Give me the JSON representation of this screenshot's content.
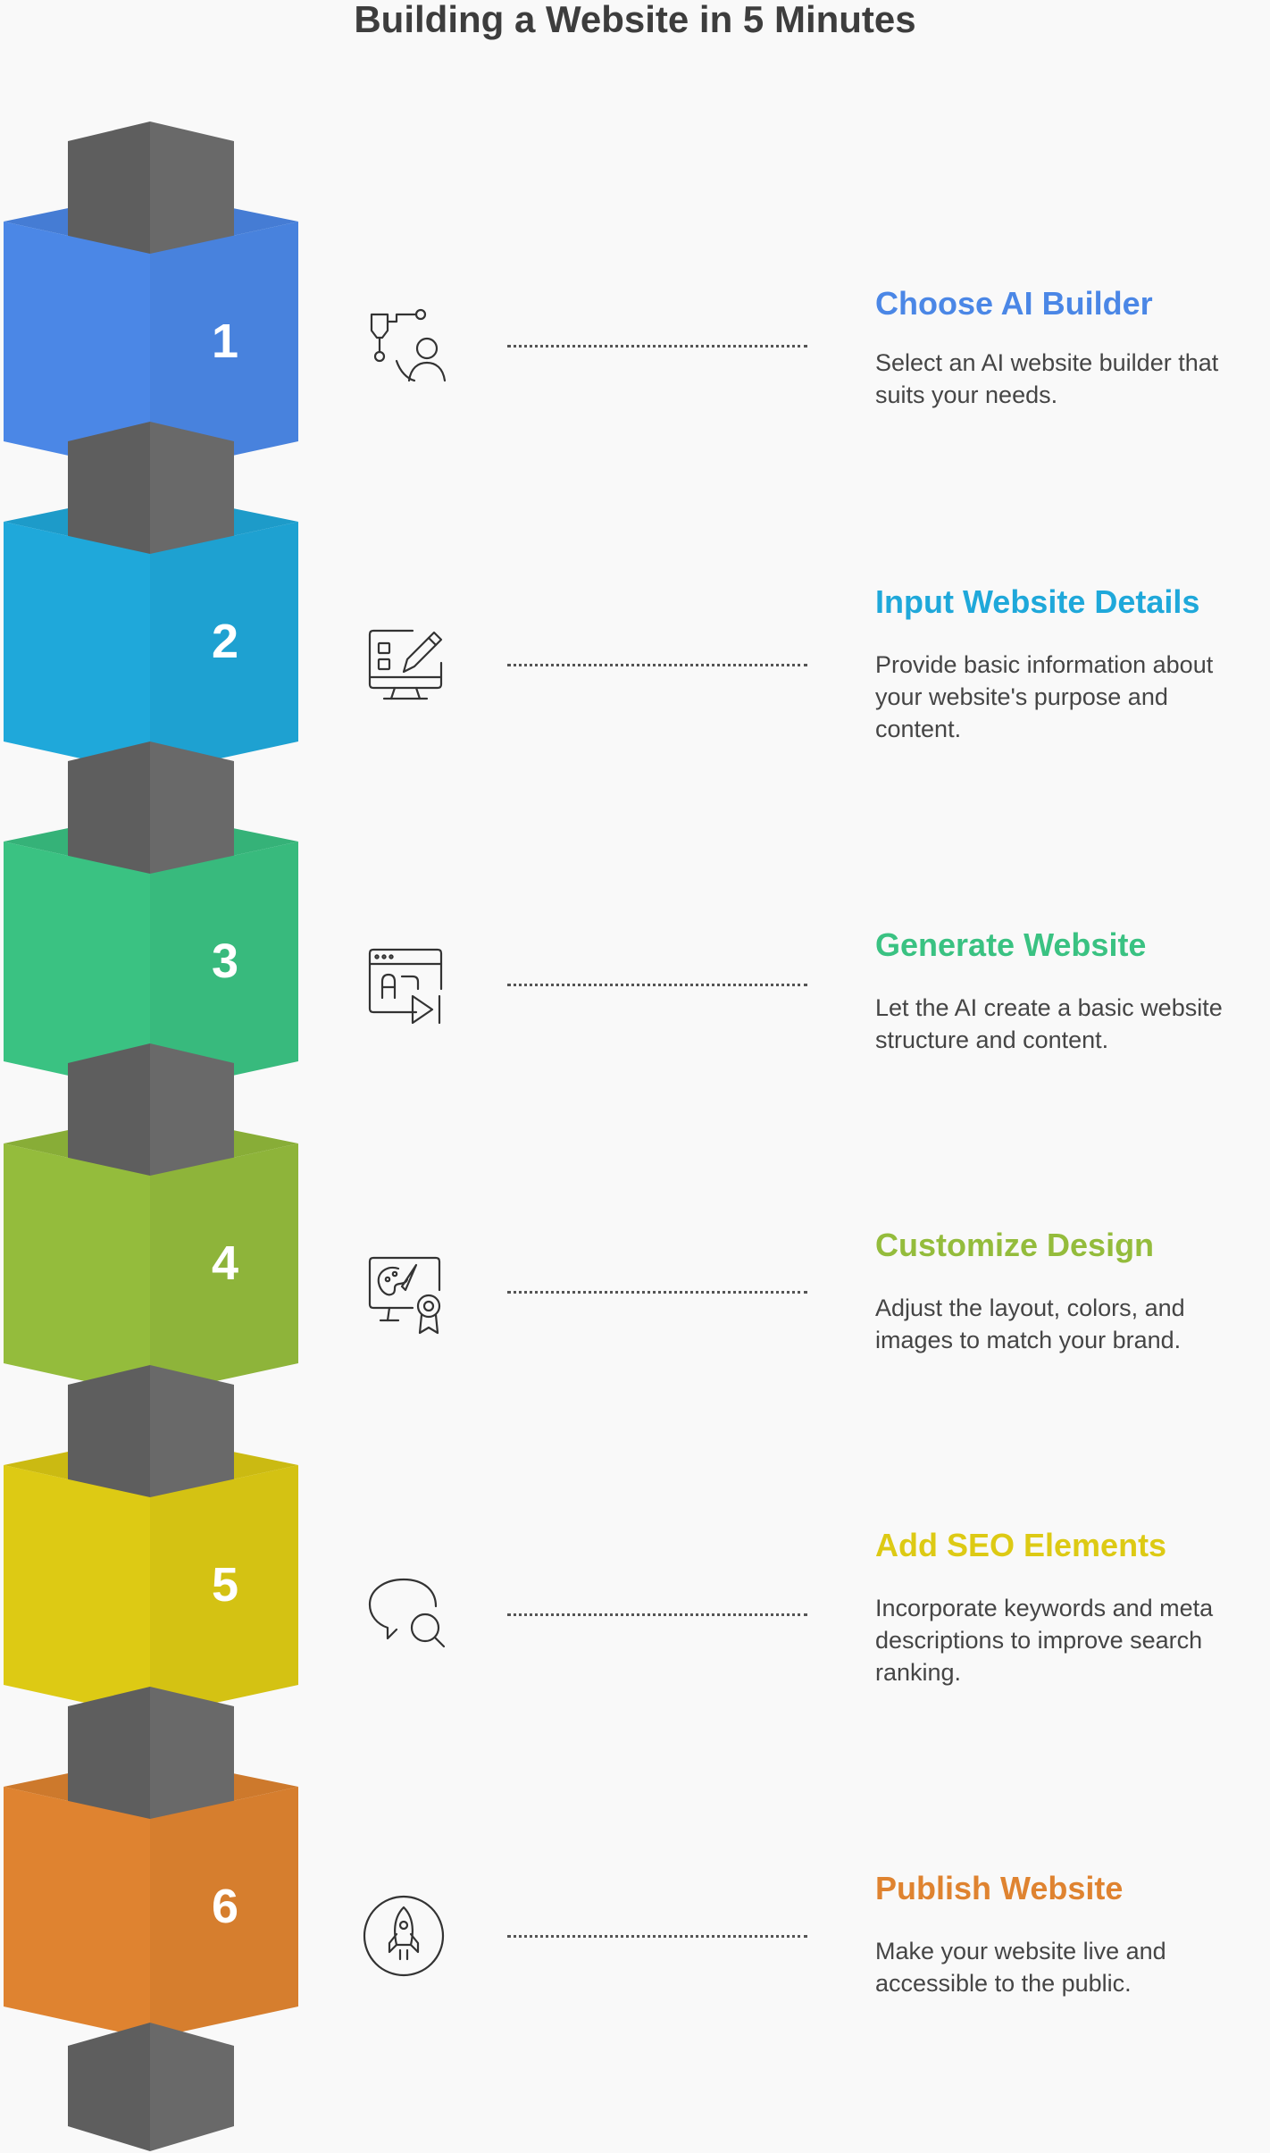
{
  "title": "Building a Website in 5 Minutes",
  "colors": {
    "pillar": "#5e5e5e",
    "number_text": "#ffffff"
  },
  "steps": [
    {
      "number": "1",
      "title": "Choose AI Builder",
      "description": "Select an AI website builder that suits your needs.",
      "color": "#4b87e6",
      "icon": "ai-builder-icon"
    },
    {
      "number": "2",
      "title": "Input Website Details",
      "description": "Provide basic information about your website's purpose and content.",
      "color": "#1fa8da",
      "icon": "monitor-edit-icon"
    },
    {
      "number": "3",
      "title": "Generate Website",
      "description": "Let the AI create a basic website structure and content.",
      "color": "#3ac282",
      "icon": "ai-window-play-icon"
    },
    {
      "number": "4",
      "title": "Customize Design",
      "description": "Adjust the layout, colors, and images to match your brand.",
      "color": "#94bc3c",
      "icon": "design-palette-award-icon"
    },
    {
      "number": "5",
      "title": "Add SEO Elements",
      "description": "Incorporate keywords and meta descriptions to improve search ranking.",
      "color": "#ddca14",
      "icon": "search-chat-icon"
    },
    {
      "number": "6",
      "title": "Publish Website",
      "description": "Make your website live and accessible to the public.",
      "color": "#df8330",
      "icon": "rocket-icon"
    }
  ]
}
